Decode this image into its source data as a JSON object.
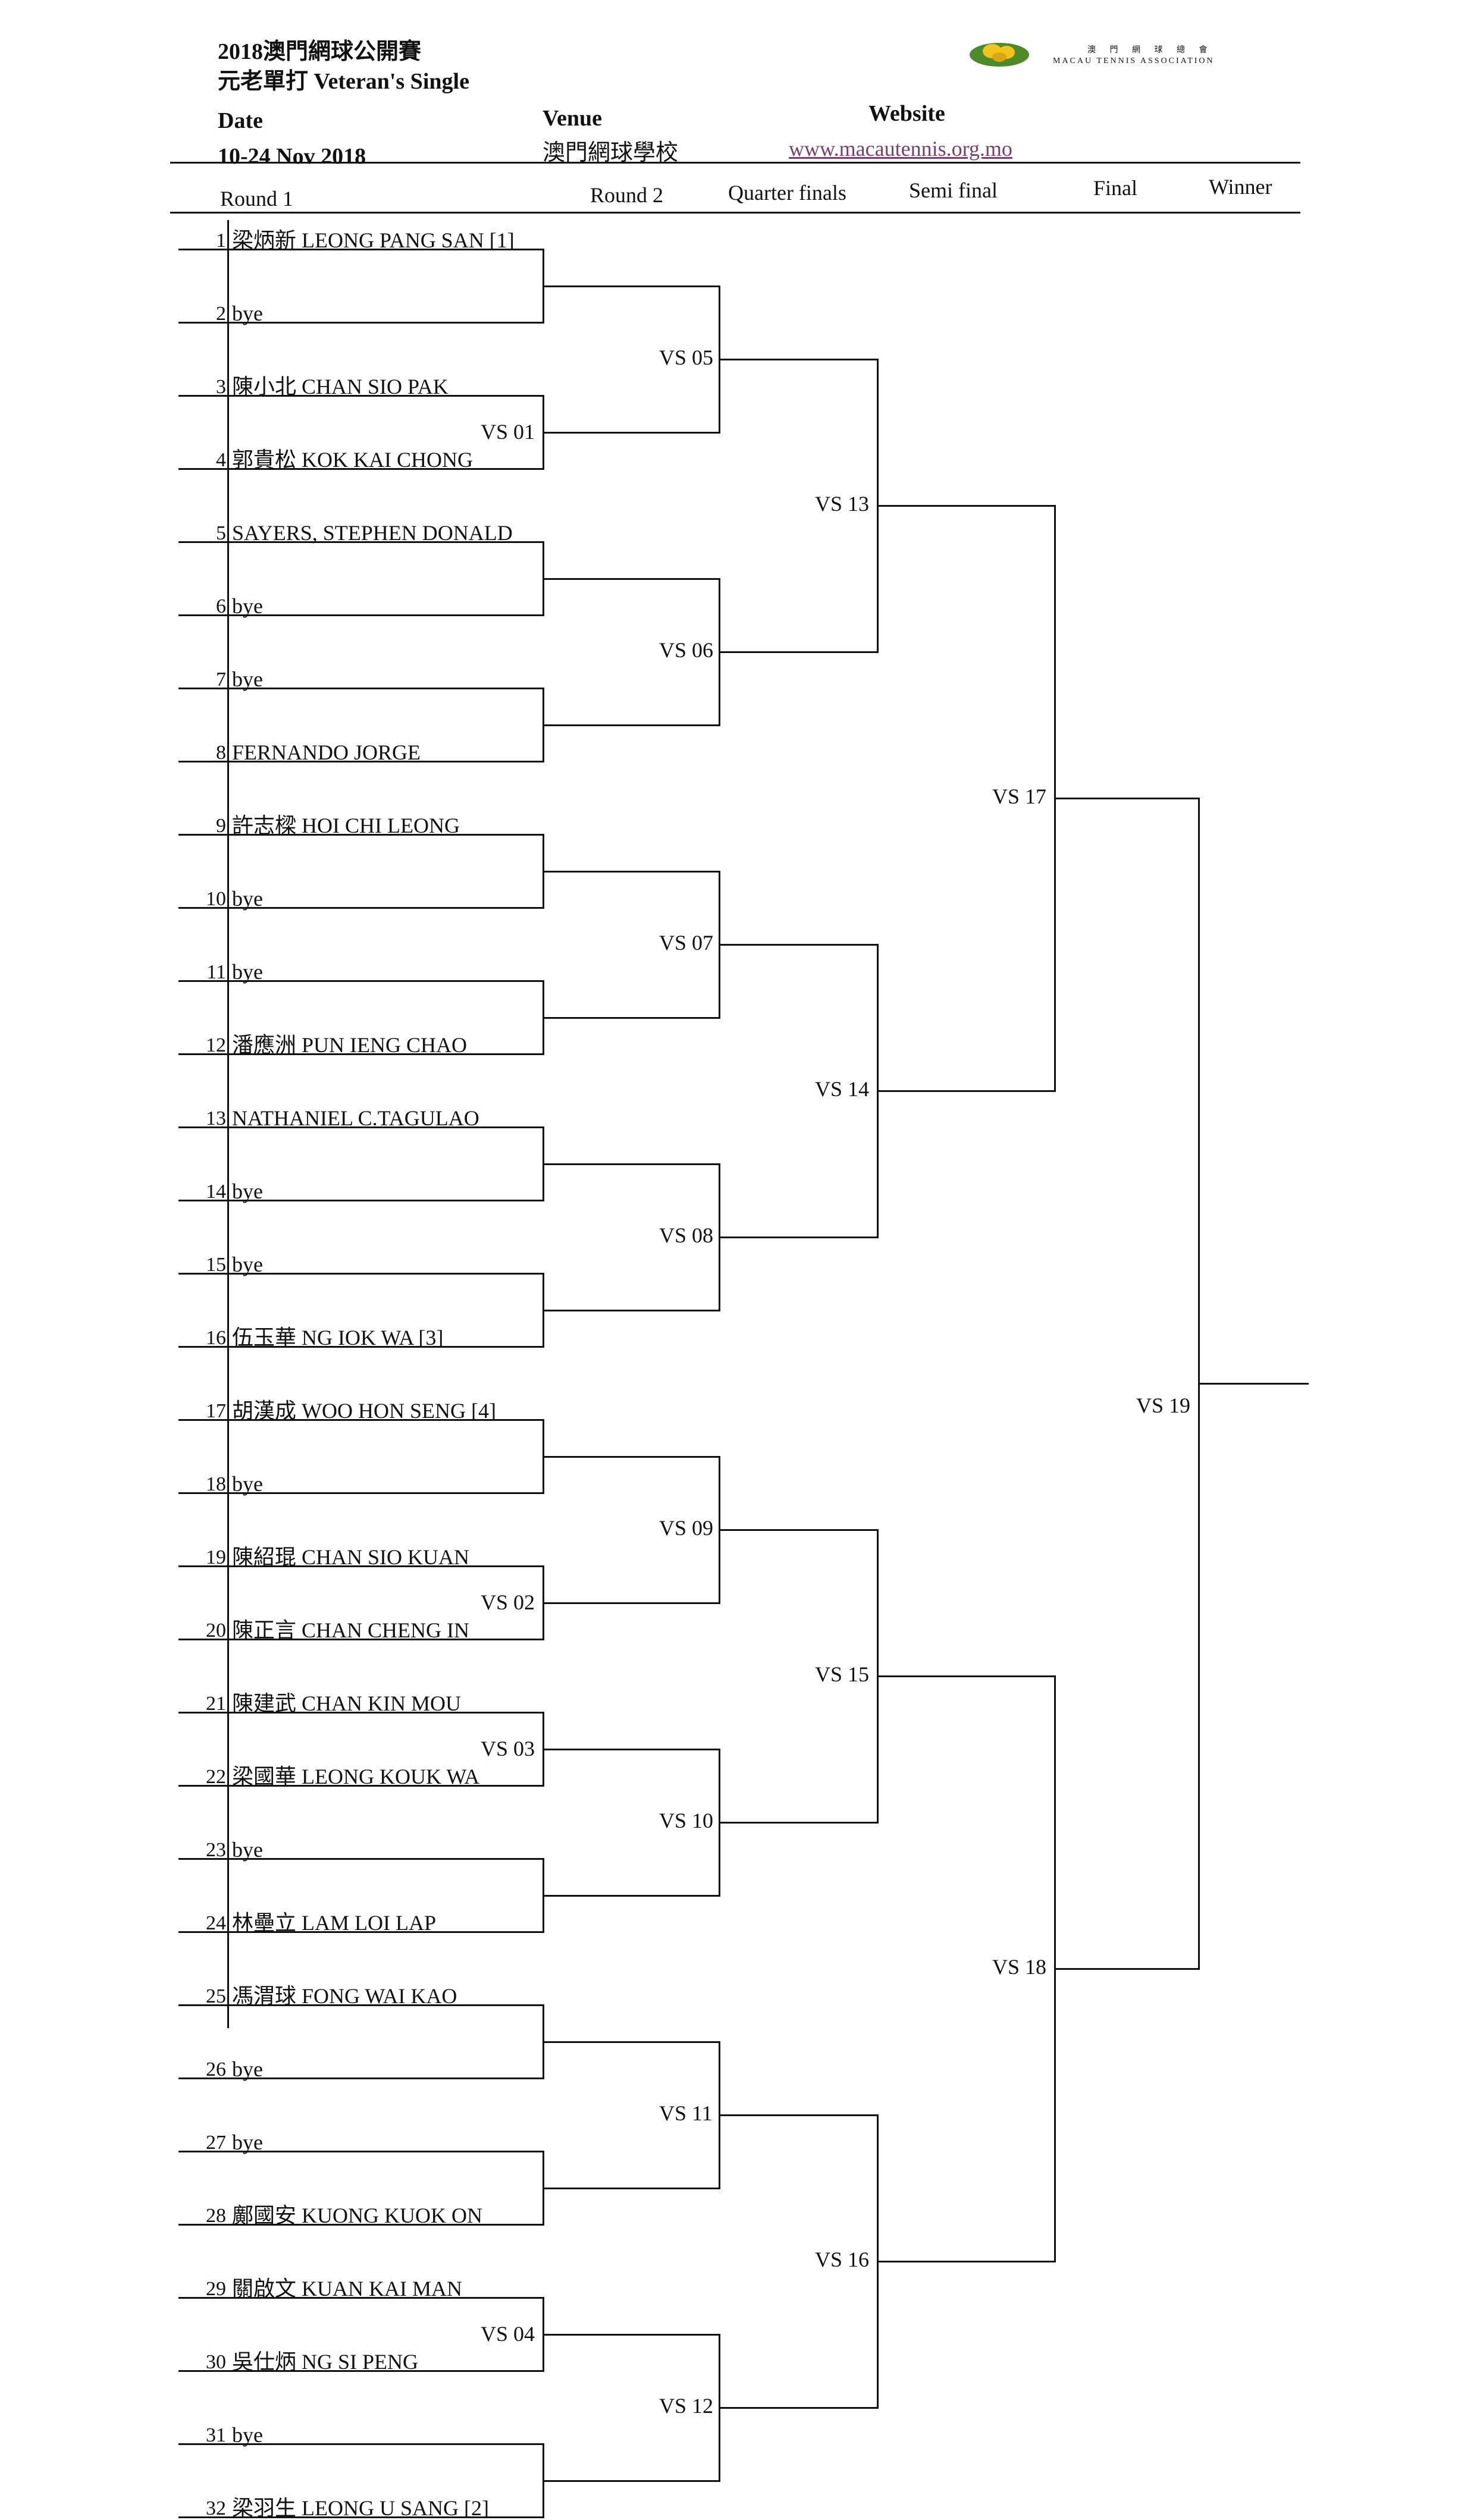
{
  "header": {
    "title_line1": "2018澳門網球公開賽",
    "title_line2": "元老單打 Veteran's Single",
    "date_label": "Date",
    "date_value": "10-24 Nov 2018",
    "venue_label": "Venue",
    "venue_value": "澳門網球學校",
    "website_label": "Website",
    "website_value": "www.macautennis.org.mo"
  },
  "logo": {
    "chinese": "澳 門 網 球 總 會",
    "english": "MACAU TENNIS ASSOCIATION",
    "icon": "tennis-association-logo",
    "colors": {
      "green": "#4f8a2a",
      "yellow": "#f0c419"
    }
  },
  "columns": [
    "Round 1",
    "Round 2",
    "Quarter finals",
    "Semi final",
    "Final",
    "Winner"
  ],
  "players": [
    {
      "num": "1",
      "name": "梁炳新 LEONG PANG SAN [1]"
    },
    {
      "num": "2",
      "name": "bye"
    },
    {
      "num": "3",
      "name": "陳小北 CHAN SIO PAK"
    },
    {
      "num": "4",
      "name": "郭貴松 KOK KAI CHONG"
    },
    {
      "num": "5",
      "name": "SAYERS, STEPHEN DONALD"
    },
    {
      "num": "6",
      "name": "bye"
    },
    {
      "num": "7",
      "name": "bye"
    },
    {
      "num": "8",
      "name": "FERNANDO JORGE"
    },
    {
      "num": "9",
      "name": "許志樑 HOI CHI LEONG"
    },
    {
      "num": "10",
      "name": "bye"
    },
    {
      "num": "11",
      "name": "bye"
    },
    {
      "num": "12",
      "name": "潘應洲 PUN IENG CHAO"
    },
    {
      "num": "13",
      "name": "NATHANIEL C.TAGULAO"
    },
    {
      "num": "14",
      "name": "bye"
    },
    {
      "num": "15",
      "name": "bye"
    },
    {
      "num": "16",
      "name": "伍玉華 NG IOK WA  [3]"
    },
    {
      "num": "17",
      "name": "胡漢成 WOO HON SENG [4]"
    },
    {
      "num": "18",
      "name": "bye"
    },
    {
      "num": "19",
      "name": "陳紹琨 CHAN SIO KUAN"
    },
    {
      "num": "20",
      "name": "陳正言 CHAN CHENG IN"
    },
    {
      "num": "21",
      "name": "陳建武 CHAN KIN MOU"
    },
    {
      "num": "22",
      "name": "梁國華 LEONG KOUK WA"
    },
    {
      "num": "23",
      "name": "bye"
    },
    {
      "num": "24",
      "name": "林壘立 LAM LOI LAP"
    },
    {
      "num": "25",
      "name": "馮渭球 FONG WAI KAO"
    },
    {
      "num": "26",
      "name": "bye"
    },
    {
      "num": "27",
      "name": "bye"
    },
    {
      "num": "28",
      "name": "鄺國安 KUONG KUOK ON"
    },
    {
      "num": "29",
      "name": "關啟文 KUAN KAI MAN"
    },
    {
      "num": "30",
      "name": "吳仕炳 NG SI PENG"
    },
    {
      "num": "31",
      "name": "bye"
    },
    {
      "num": "32",
      "name": "梁羽生 LEONG U SANG [2]"
    }
  ],
  "matches": {
    "round1": [
      "VS 01",
      "VS 02",
      "VS 03",
      "VS 04"
    ],
    "round2": [
      "VS 05",
      "VS 06",
      "VS 07",
      "VS 08",
      "VS 09",
      "VS 10",
      "VS 11",
      "VS 12"
    ],
    "quarter": [
      "VS 13",
      "VS 14",
      "VS 15",
      "VS 16"
    ],
    "semi": [
      "VS 17",
      "VS 18"
    ],
    "final": [
      "VS 19"
    ]
  }
}
